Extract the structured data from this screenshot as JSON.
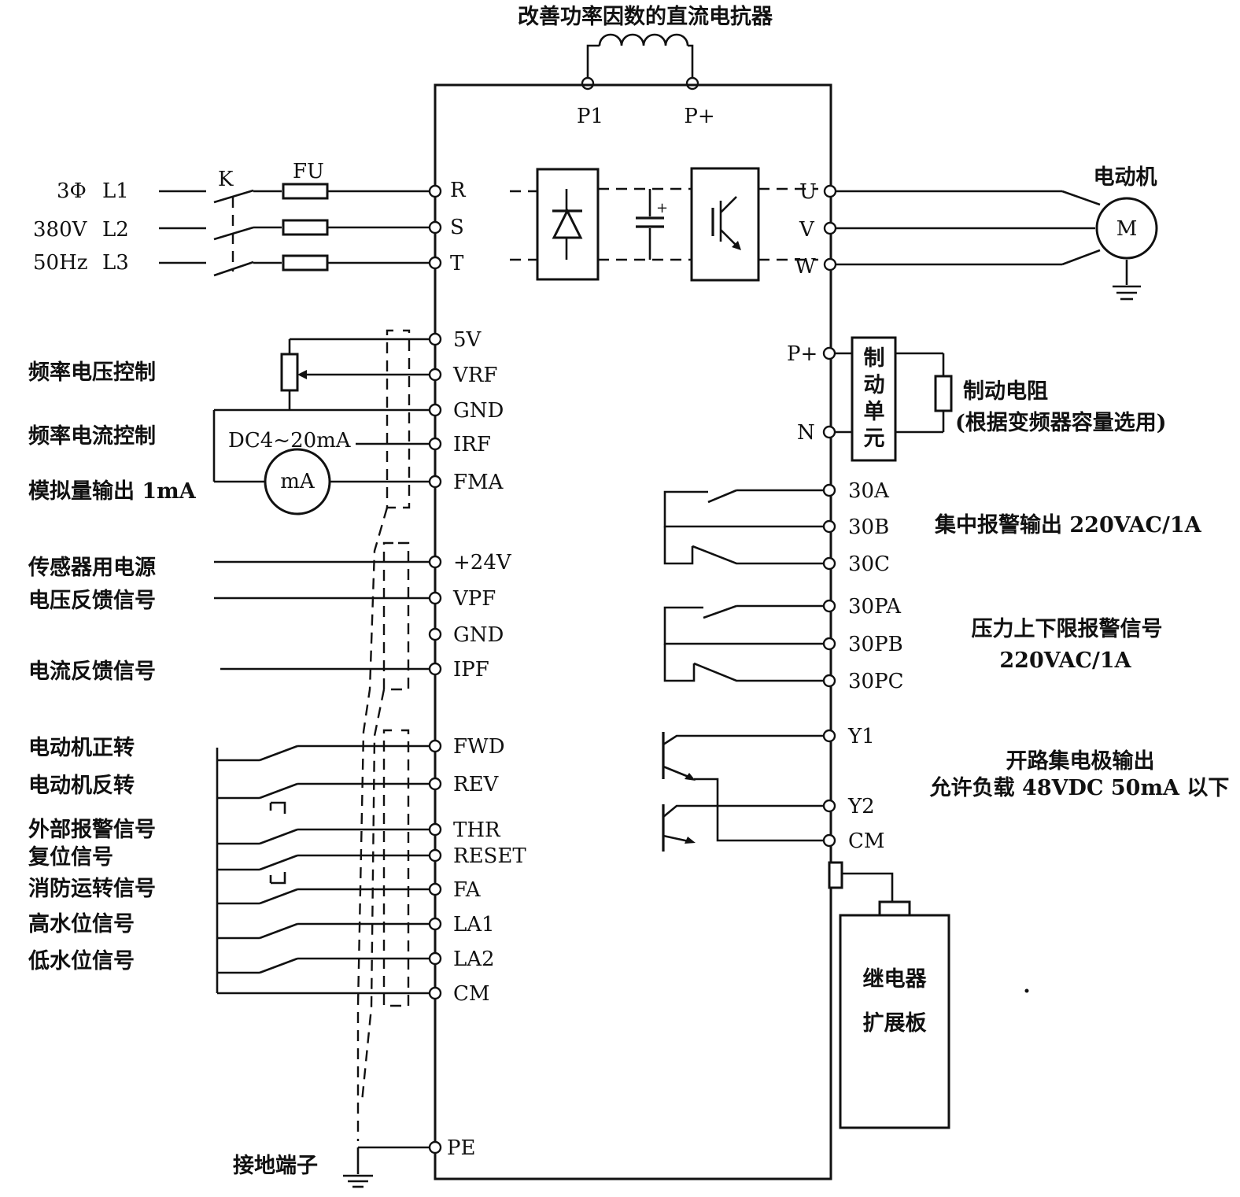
{
  "title": "改善功率因数的直流电抗器",
  "reactor_terminals": {
    "p1": "P1",
    "pplus": "P+"
  },
  "power_input": {
    "switch": "K",
    "fuse": "FU",
    "phase": "3Φ",
    "voltage": "380V",
    "frequency": "50Hz",
    "lines": [
      "L1",
      "L2",
      "L3"
    ]
  },
  "main_terminals": [
    "R",
    "S",
    "T"
  ],
  "output_terminals": [
    "U",
    "V",
    "W"
  ],
  "motor": {
    "label": "电动机",
    "symbol": "M"
  },
  "left_terminals": [
    "5V",
    "VRF",
    "GND",
    "IRF",
    "FMA",
    "+24V",
    "VPF",
    "GND",
    "IPF",
    "FWD",
    "REV",
    "THR",
    "RESET",
    "FA",
    "LA1",
    "LA2",
    "CM",
    "PE"
  ],
  "left_labels": {
    "freq_voltage": "频率电压控制",
    "freq_current": "频率电流控制",
    "dc_current": "DC4~20mA",
    "analog_out": "模拟量输出 1mA",
    "meter": "mA",
    "sensor_power": "传感器用电源",
    "voltage_feedback": "电压反馈信号",
    "current_feedback": "电流反馈信号",
    "motor_fwd": "电动机正转",
    "motor_rev": "电动机反转",
    "ext_alarm": "外部报警信号",
    "reset": "复位信号",
    "fire": "消防运转信号",
    "high_water": "高水位信号",
    "low_water": "低水位信号",
    "ground": "接地端子"
  },
  "brake": {
    "pplus": "P+",
    "n": "N",
    "unit_chars": [
      "制",
      "动",
      "单",
      "元"
    ],
    "resistor": "制动电阻",
    "resistor_note": "(根据变频器容量选用)"
  },
  "right_terminals": [
    "30A",
    "30B",
    "30C",
    "30PA",
    "30PB",
    "30PC",
    "Y1",
    "Y2",
    "CM"
  ],
  "right_labels": {
    "central_alarm": "集中报警输出 220VAC/1A",
    "pressure_alarm": "压力上下限报警信号",
    "pressure_rating": "220VAC/1A",
    "oc_output": "开路集电极输出",
    "oc_rating": "允许负载 48VDC  50mA 以下"
  },
  "relay_board": {
    "line1": "继电器",
    "line2": "扩展板"
  }
}
